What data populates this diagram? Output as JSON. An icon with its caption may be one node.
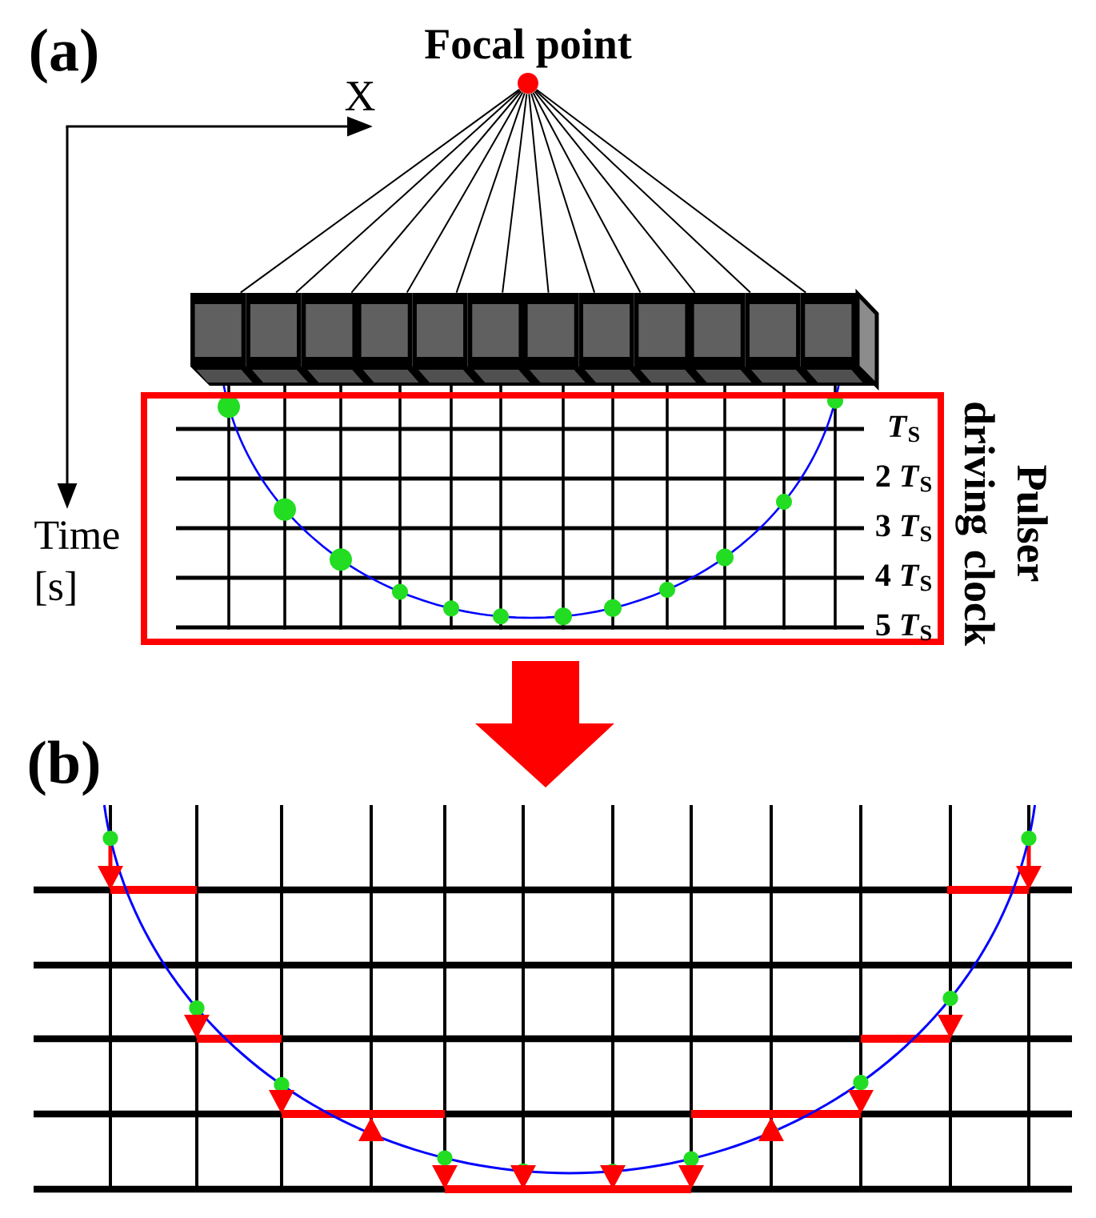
{
  "diagram": {
    "nodes": [
      {
        "text": [
          "Focal point"
        ]
      },
      {
        "text": [],
        "shape": "box"
      },
      {
        "text": [],
        "shape": "box"
      },
      {
        "text": [],
        "shape": "box"
      },
      {
        "text": [],
        "shape": "box"
      },
      {
        "text": [],
        "shape": "box"
      },
      {
        "text": [],
        "shape": "box"
      },
      {
        "text": [],
        "shape": "box"
      },
      {
        "text": [],
        "shape": "box"
      },
      {
        "text": [],
        "shape": "box"
      },
      {
        "text": [],
        "shape": "box"
      },
      {
        "text": [],
        "shape": "box"
      },
      {
        "text": [],
        "shape": "box"
      },
      {
        "text": [
          "Pulser driving clock",
          "*T*$_{S}$",
          "2 *T*$_{S}$",
          "3 *T*$_{S}$",
          "4 *T*$_{S}$",
          "5 *T*$_{S}$"
        ]
      }
    ],
    "edges": [
      {
        "from": 0,
        "to": 1,
        "arrow": "none"
      },
      {
        "from": 0,
        "to": 2,
        "arrow": "none"
      },
      {
        "from": 0,
        "to": 3,
        "arrow": "none"
      },
      {
        "from": 0,
        "to": 4,
        "arrow": "none"
      },
      {
        "from": 0,
        "to": 5,
        "arrow": "none"
      },
      {
        "from": 0,
        "to": 6,
        "arrow": "none"
      },
      {
        "from": 0,
        "to": 7,
        "arrow": "none"
      },
      {
        "from": 0,
        "to": 8,
        "arrow": "none"
      },
      {
        "from": 0,
        "to": 9,
        "arrow": "none"
      },
      {
        "from": 0,
        "to": 10,
        "arrow": "none"
      },
      {
        "from": 0,
        "to": 11,
        "arrow": "none"
      },
      {
        "from": 0,
        "to": 12,
        "arrow": "none"
      }
    ],
    "labels": [
      "(a)",
      "X",
      "Time [s]",
      "(b)"
    ]
  }
}
